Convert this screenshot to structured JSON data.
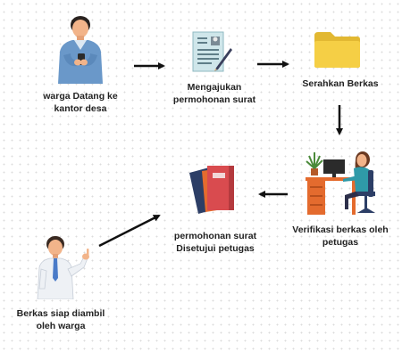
{
  "steps": [
    {
      "id": "warga-datang",
      "label": "warga Datang ke\nkantor desa",
      "icon": "person-with-phone"
    },
    {
      "id": "mengajukan",
      "label": "Mengajukan\npermohonan surat",
      "icon": "document-form"
    },
    {
      "id": "serahkan",
      "label": "Serahkan Berkas",
      "icon": "folder"
    },
    {
      "id": "verifikasi",
      "label": "Verifikasi berkas oleh\npetugas",
      "icon": "officer-at-desk"
    },
    {
      "id": "disetujui",
      "label": "permohonan surat\nDisetujui petugas",
      "icon": "stacked-files"
    },
    {
      "id": "siap-diambil",
      "label": "Berkas siap diambil\noleh warga",
      "icon": "man-pointing"
    }
  ],
  "colors": {
    "skin": "#f2b48a",
    "shirt_blue": "#6a98c9",
    "folder_yellow": "#f5cf45",
    "file_red": "#d94b4f",
    "file_navy": "#2c3e66",
    "desk_orange": "#e46b2e",
    "arrow": "#111111"
  }
}
